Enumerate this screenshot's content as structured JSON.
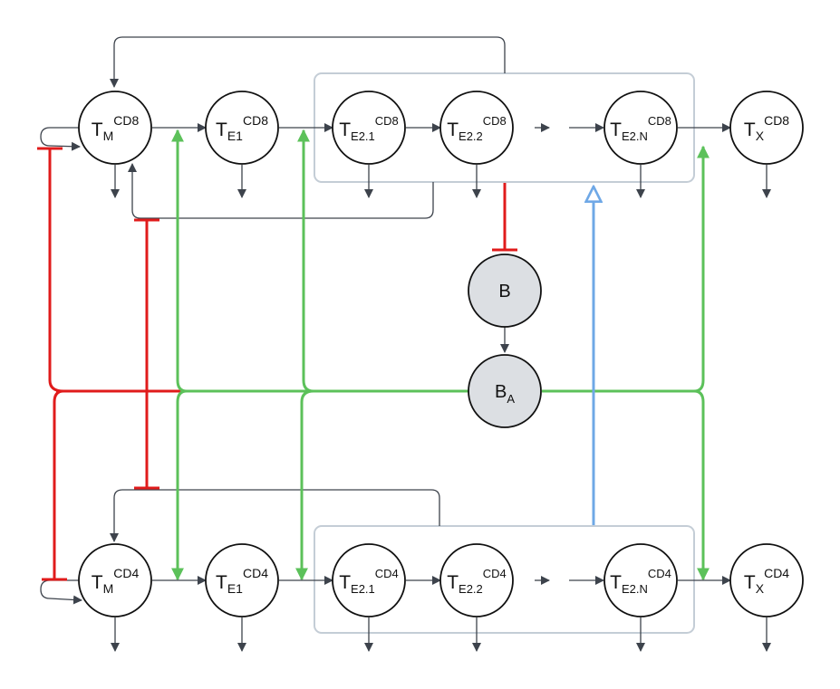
{
  "colors": {
    "node_stroke": "#111111",
    "node_fill": "#ffffff",
    "b_node_fill": "#dcdfe3",
    "arrow": "#3d434c",
    "group_box": "#c4cdd6",
    "inhibition": "#e01b1b",
    "activation": "#5cc15a",
    "open_activation": "#6fa8e6"
  },
  "nodes": {
    "tm8": {
      "main": "T",
      "sub": "M",
      "sup": "CD8"
    },
    "te18": {
      "main": "T",
      "sub": "E1",
      "sup": "CD8"
    },
    "t21_8": {
      "main": "T",
      "sub": "E2.1",
      "sup": "CD8"
    },
    "t22_8": {
      "main": "T",
      "sub": "E2.2",
      "sup": "CD8"
    },
    "t2n8": {
      "main": "T",
      "sub": "E2.N",
      "sup": "CD8"
    },
    "tx8": {
      "main": "T",
      "sub": "X",
      "sup": "CD8"
    },
    "tm4": {
      "main": "T",
      "sub": "M",
      "sup": "CD4"
    },
    "te14": {
      "main": "T",
      "sub": "E1",
      "sup": "CD4"
    },
    "t21_4": {
      "main": "T",
      "sub": "E2.1",
      "sup": "CD4"
    },
    "t22_4": {
      "main": "T",
      "sub": "E2.2",
      "sup": "CD4"
    },
    "t2n4": {
      "main": "T",
      "sub": "E2.N",
      "sup": "CD4"
    },
    "tx4": {
      "main": "T",
      "sub": "X",
      "sup": "CD4"
    },
    "b": {
      "main": "B",
      "sub": "",
      "sup": ""
    },
    "ba": {
      "main": "B",
      "sub": "A",
      "sup": ""
    }
  }
}
